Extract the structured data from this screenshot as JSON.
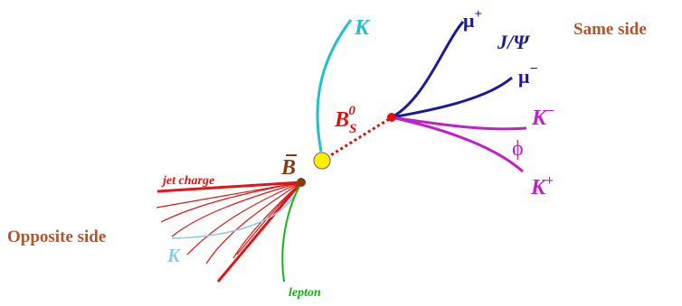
{
  "labels": {
    "same_side": "Same side",
    "opposite_side": "Opposite side",
    "k_top": "K",
    "mu_plus_base": "μ",
    "mu_plus_sup": "+",
    "jpsi": "J/Ψ",
    "mu_minus_base": "μ",
    "mu_minus_sup": "−",
    "k_minus_base": "K",
    "k_minus_sup": "−",
    "phi": "ϕ",
    "k_plus_base": "K",
    "k_plus_sup": "+",
    "bs_base": "B",
    "bs_sub": "S",
    "bs_sup": "0",
    "bbar": "B",
    "jet_charge": "jet charge",
    "k_opposite": "K",
    "lepton": "lepton"
  },
  "colors": {
    "side_labels": "#b5532a",
    "kaon_same": "#20c0c8",
    "jpsi": "#1a1a9a",
    "phi": "#c020c8",
    "bs": "#dd1111",
    "bbar": "#8b3a10",
    "jet": "#e01515",
    "kaon_opposite": "#8ccbe8",
    "lepton": "#12b812",
    "primary_vertex": "#ffee00"
  }
}
